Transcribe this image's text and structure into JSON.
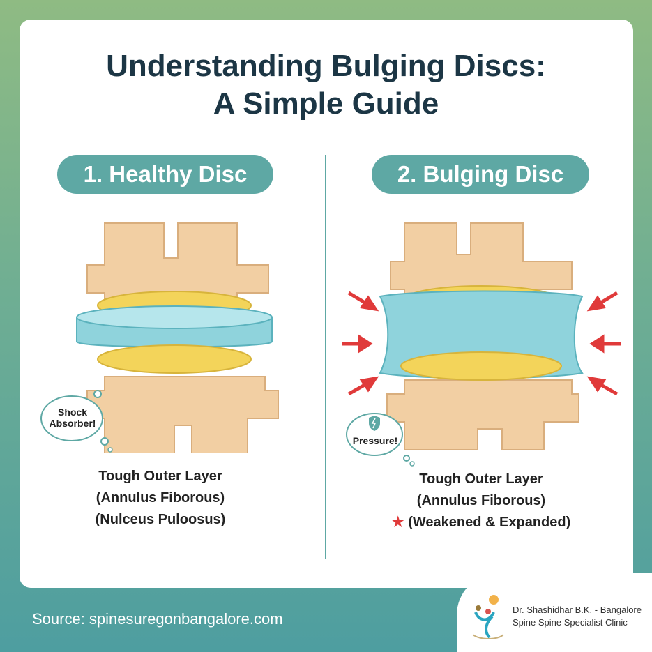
{
  "title": {
    "line1": "Understanding Bulging Discs:",
    "line2": "A Simple Guide"
  },
  "panels": [
    {
      "label": "1. Healthy Disc",
      "bubble": "Shock Absorber!",
      "caption": [
        "Tough Outer Layer",
        "(Annulus Fiborous)",
        "(Nulceus Puloosus)"
      ]
    },
    {
      "label": "2. Bulging Disc",
      "bubble": "Pressure!",
      "caption": [
        "Tough Outer Layer",
        "(Annulus Fiborous)",
        "(Weakened & Expanded)"
      ]
    }
  ],
  "footer": {
    "source": "Source: spinesuregonbangalore.com",
    "clinic_line1": "Dr. Shashidhar B.K. - Bangalore",
    "clinic_line2": "Spine Spine Specialist Clinic"
  },
  "colors": {
    "bone": "#f2cfa3",
    "disc": "#8fd3dc",
    "nucleus": "#f3d45a",
    "accent": "#5ea8a4",
    "arrow": "#e03a3a"
  }
}
